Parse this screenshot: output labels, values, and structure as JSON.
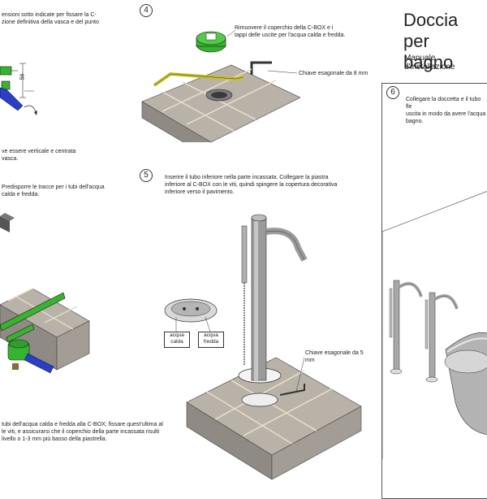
{
  "title": "Doccia per\nbagno",
  "subtitle": "Manuale d'installazione",
  "steps": {
    "s4": "4",
    "s5": "5",
    "s6": "6"
  },
  "text": {
    "top_left": "ensioni sotto indicate per fissare la C-\nzione definitiva della vasca e del punto",
    "dim_56": "56",
    "vertical": "ve essere verticale e centrata\n vasca.",
    "tracks": "Predisporre le tracce per i tubi dell'acqua\n calda e fredda.",
    "step4": "Rimuovere il coperchio della C-BOX e i\ntappi delle uscite per l'acqua calda e fredda.",
    "hex8": "Chiave esagonale da 8 mm",
    "step5": "Inserire il tubo inferiore nella parte incassata. Collegare la piastra\ninferiore al C-BOX con le viti, quindi spingere la copertura decorativa\ninferiore verso il pavimento.",
    "hot": "acqua\ncalda",
    "cold": "acqua\nfredda",
    "hex5": "Chiave esagonale da 5\nmm",
    "bottom_left": " tubi dell'acqua calda e fredda alla C-BOX; fissare quest'ultima al\n le viti, e assicurarsi che il coperchio della parte incassata risulti\n livello o 1-3 mm più basso della piastrella.",
    "step6": "Collegare la doccetta e il tubo fle\nuscita in modo da avere l'acqua\nbagno."
  },
  "colors": {
    "green": "#35b52e",
    "blue": "#2a3fc9",
    "tile": "#b9b2a8",
    "tile_dark": "#8f8a84",
    "grout": "#e6dcc8",
    "chrome": "#9a9a9a"
  }
}
